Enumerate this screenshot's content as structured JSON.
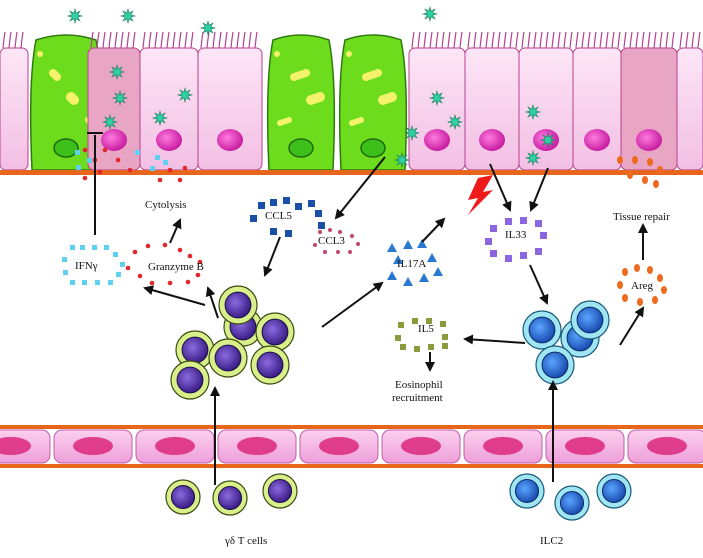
{
  "labels": {
    "cytolysis": "Cytolysis",
    "granzyme_b": "Granzyme B",
    "ifn_gamma": "IFNγ",
    "ccl5": "CCL5",
    "ccl3": "CCL3",
    "il17a": "IL17A",
    "il33": "IL33",
    "tissue_repair": "Tissue repair",
    "areg": "Areg",
    "il5": "IL5",
    "eosinophil_line1": "Eosinophil",
    "eosinophil_line2": "recruitment",
    "gd_t_cells": "γδ T cells",
    "ilc2": "ILC2"
  },
  "colors": {
    "epithelium": "#f9d4ef",
    "epithelium_border": "#b8408f",
    "nucleus": "#e93fbd",
    "goblet": "#6ddc1c",
    "goblet_granule": "#f3f26a",
    "membrane": "#e8661c",
    "endothelium": "#f7b6e6",
    "endo_nucleus": "#e03c8c",
    "gd_cell_ring": "#d9f08a",
    "gd_cell_core": "#5a2ea8",
    "ilc2_ring": "#9fe6f2",
    "ilc2_core": "#2c6ed6",
    "ifn": "#5fd0f0",
    "granzyme": "#e0272c",
    "ccl5": "#1a4fa8",
    "ccl3": "#c04468",
    "il17a": "#2a78d0",
    "il33": "#8a66e0",
    "il5": "#8c9a3c",
    "areg": "#ee6a1e",
    "bolt": "#ee1a1a",
    "virus": "#2fd2a4"
  }
}
